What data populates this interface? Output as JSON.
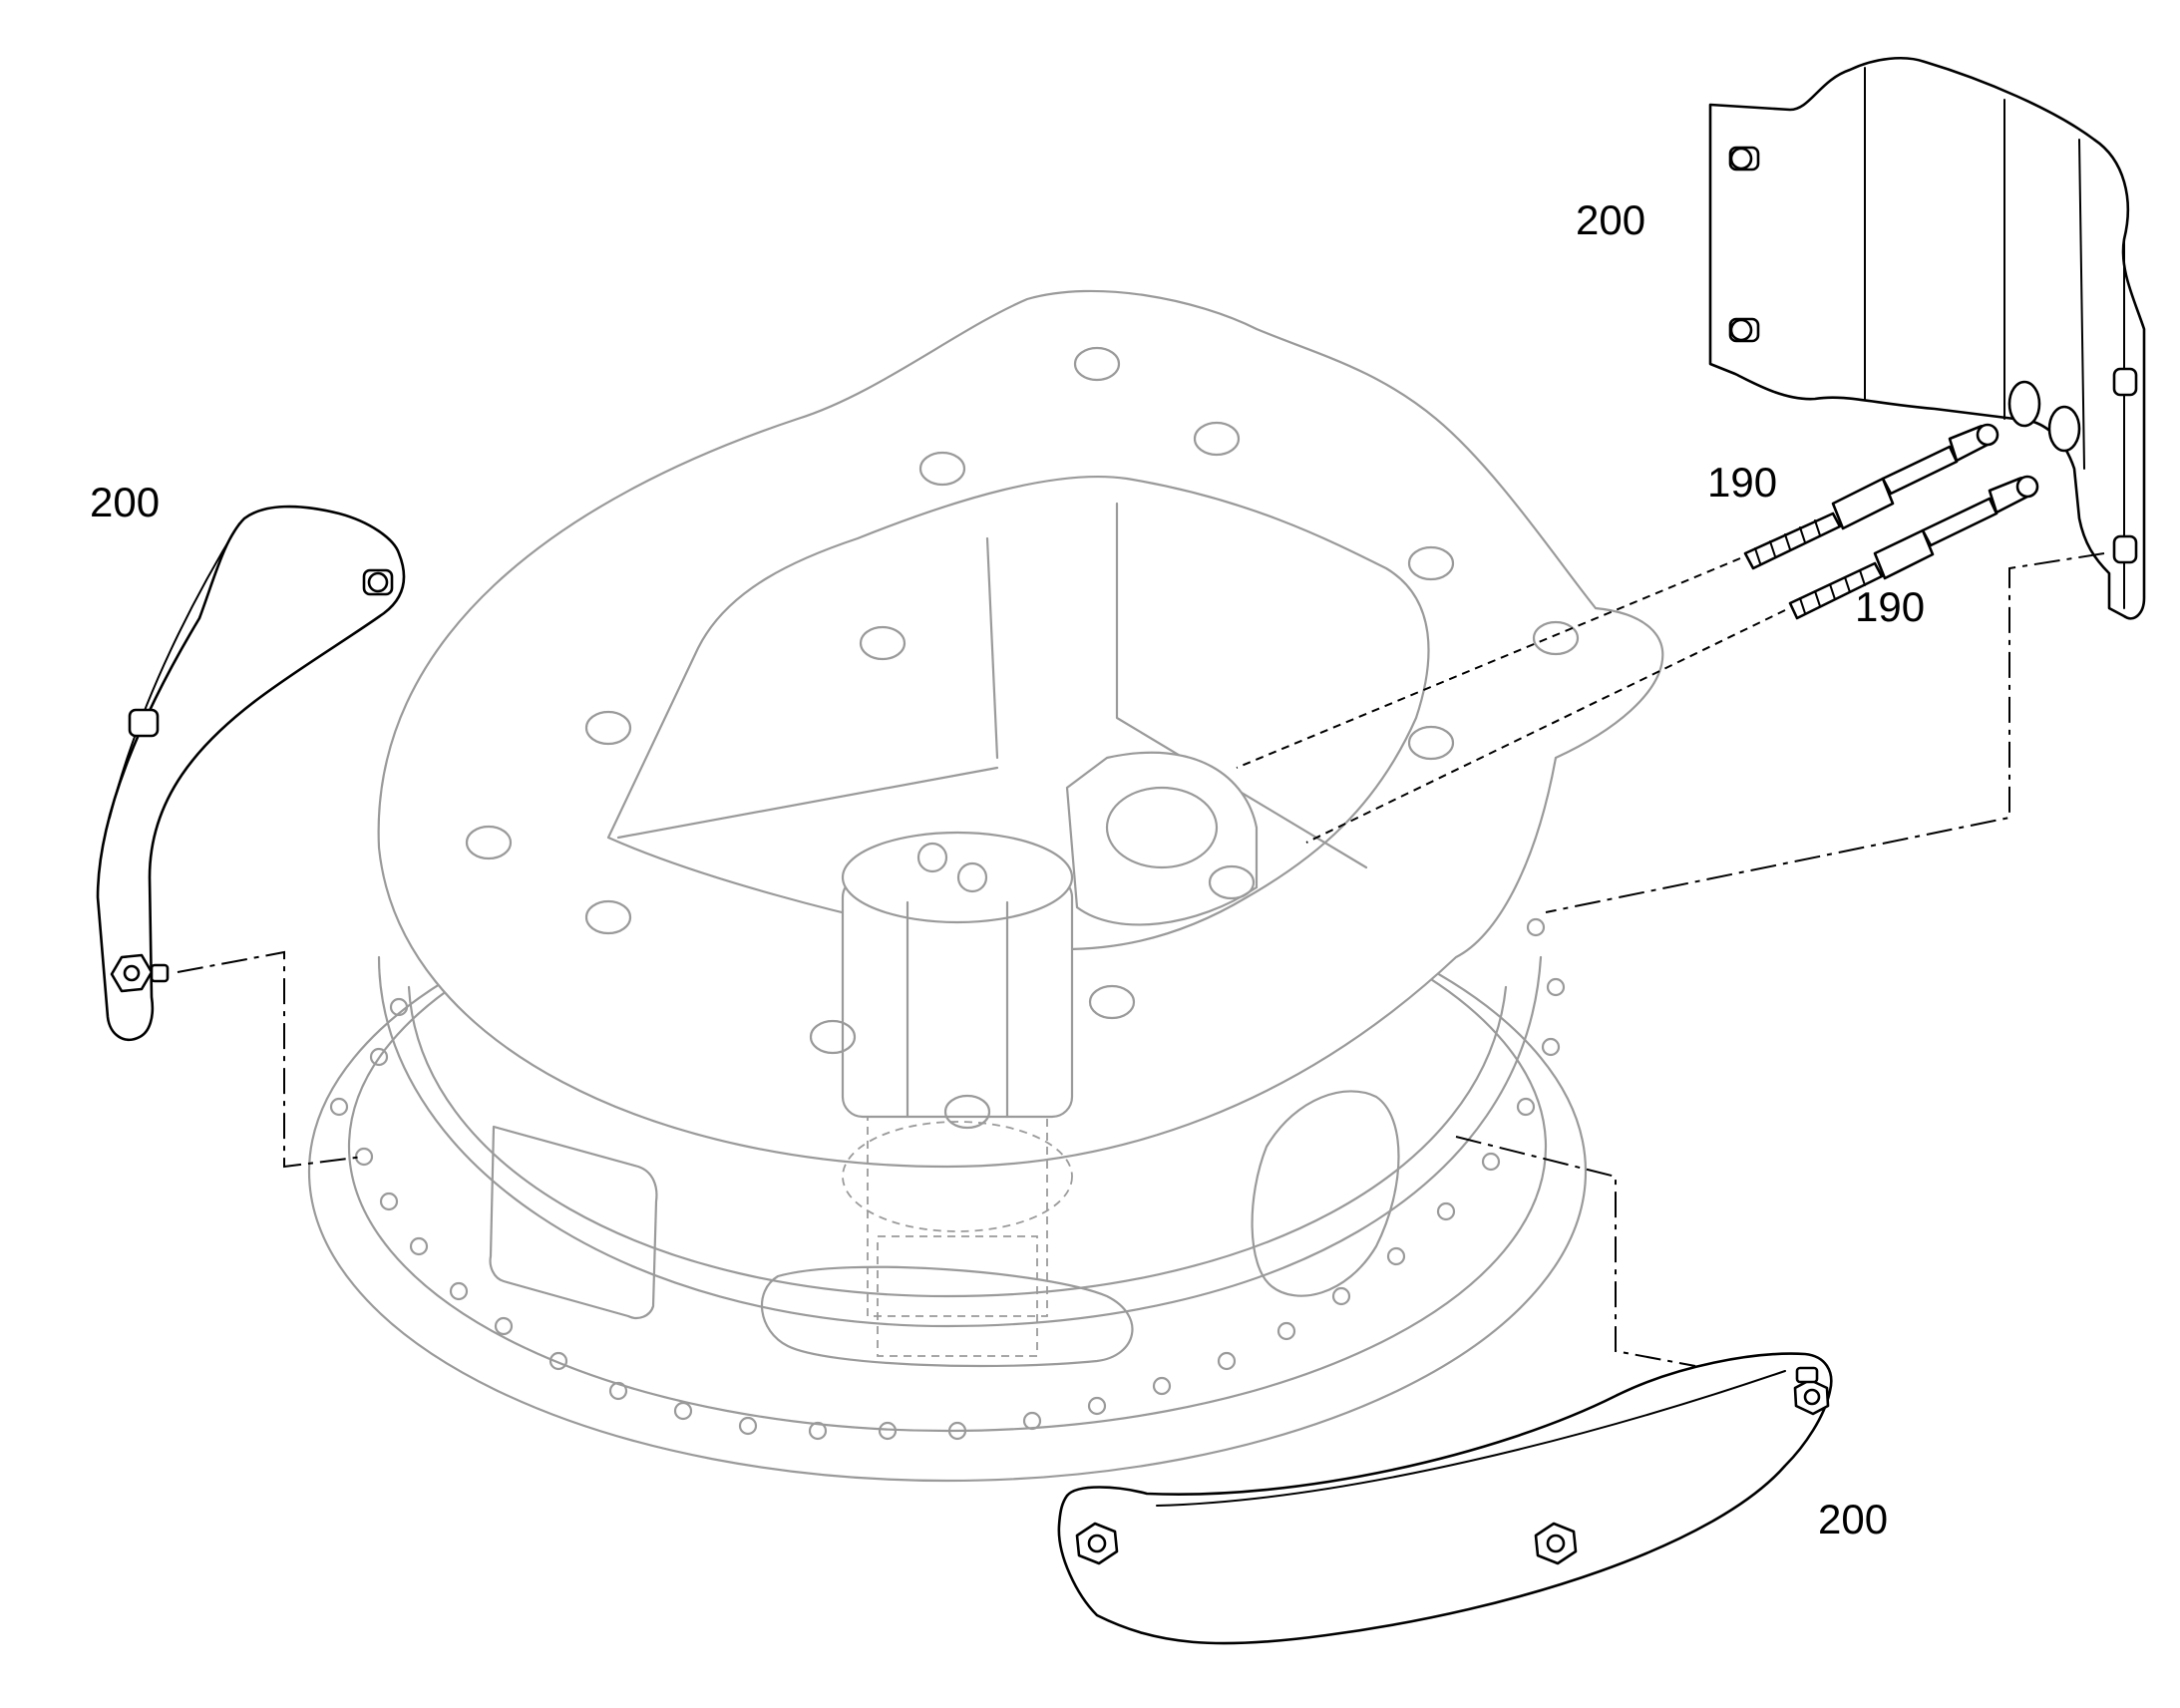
{
  "callouts": {
    "guard_top_right": "200",
    "guard_left": "200",
    "guard_bottom": "200",
    "stud_upper": "190",
    "stud_lower": "190"
  },
  "colors": {
    "part_stroke": "#000000",
    "ghost_stroke": "#9a9a9a",
    "background": "#ffffff"
  }
}
